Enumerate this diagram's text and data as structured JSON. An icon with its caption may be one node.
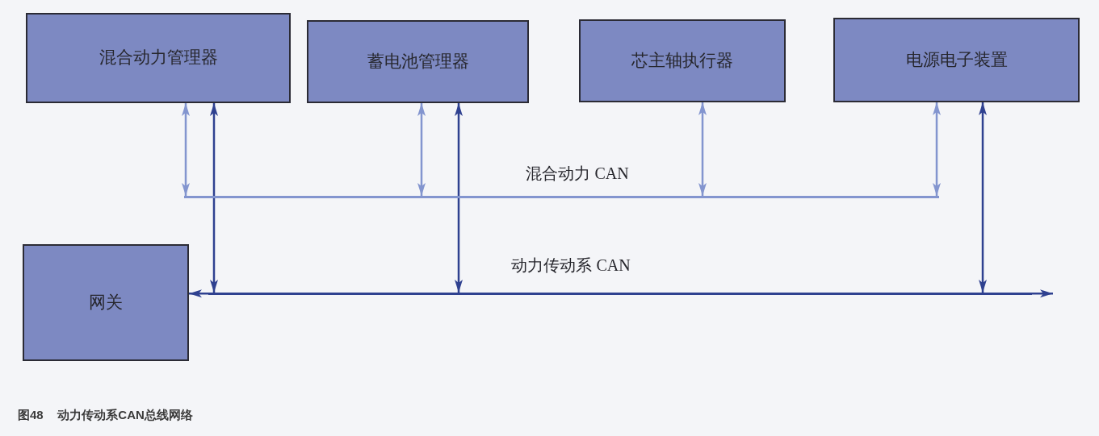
{
  "diagram": {
    "caption": "图48 动力传动系CAN总线网络",
    "nodes": [
      {
        "text": [
          "混合动力管理器"
        ]
      },
      {
        "text": [
          "蓄电池管理器"
        ]
      },
      {
        "text": [
          "芯主轴执行器"
        ]
      },
      {
        "text": [
          "电源电子装置"
        ]
      },
      {
        "text": [
          "混合动力 CAN"
        ]
      },
      {
        "text": [
          "网关"
        ]
      },
      {
        "text": [
          "动力传动系 CAN"
        ]
      }
    ],
    "edges": [
      {
        "from": 0,
        "to": 4,
        "arrow": "both",
        "color": "#8395cf"
      },
      {
        "from": 0,
        "to": 6,
        "arrow": "both"
      },
      {
        "from": 1,
        "to": 4,
        "arrow": "both",
        "color": "#8395cf"
      },
      {
        "from": 1,
        "to": 6,
        "arrow": "both"
      },
      {
        "from": 2,
        "to": 4,
        "arrow": "both",
        "color": "#8395cf"
      },
      {
        "from": 3,
        "to": 4,
        "arrow": "both",
        "color": "#8395cf"
      },
      {
        "from": 3,
        "to": 6,
        "arrow": "both"
      },
      {
        "from": 6,
        "to": 5,
        "arrow": "to"
      },
      {
        "from": 6,
        "to": null,
        "arrow": "to"
      }
    ]
  }
}
